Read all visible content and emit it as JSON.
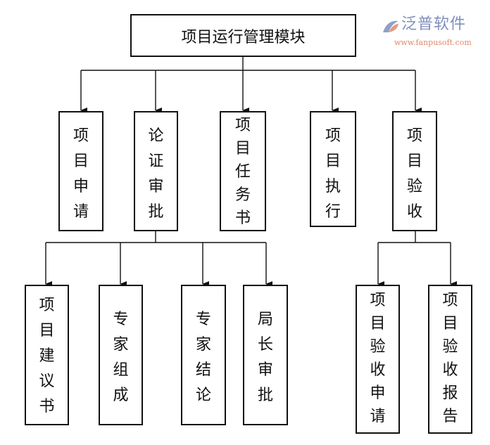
{
  "root": {
    "label": "项目运行管理模块"
  },
  "level2": [
    {
      "label": "项目申请"
    },
    {
      "label": "论证审批"
    },
    {
      "label": "项目任务书"
    },
    {
      "label": "项目执行"
    },
    {
      "label": "项目验收"
    }
  ],
  "level3_approval": [
    {
      "label": "项目建议书"
    },
    {
      "label": "专家组成"
    },
    {
      "label": "专家结论"
    },
    {
      "label": "局长审批"
    }
  ],
  "level3_acceptance": [
    {
      "label": "项目验收申请"
    },
    {
      "label": "项目验收报告"
    }
  ],
  "watermark": {
    "brand": "泛普软件",
    "url": "www.fanpusoft.com"
  },
  "colors": {
    "line": "#111111",
    "watermark_text": "#7f8fbf",
    "watermark_url": "#e3876a"
  }
}
